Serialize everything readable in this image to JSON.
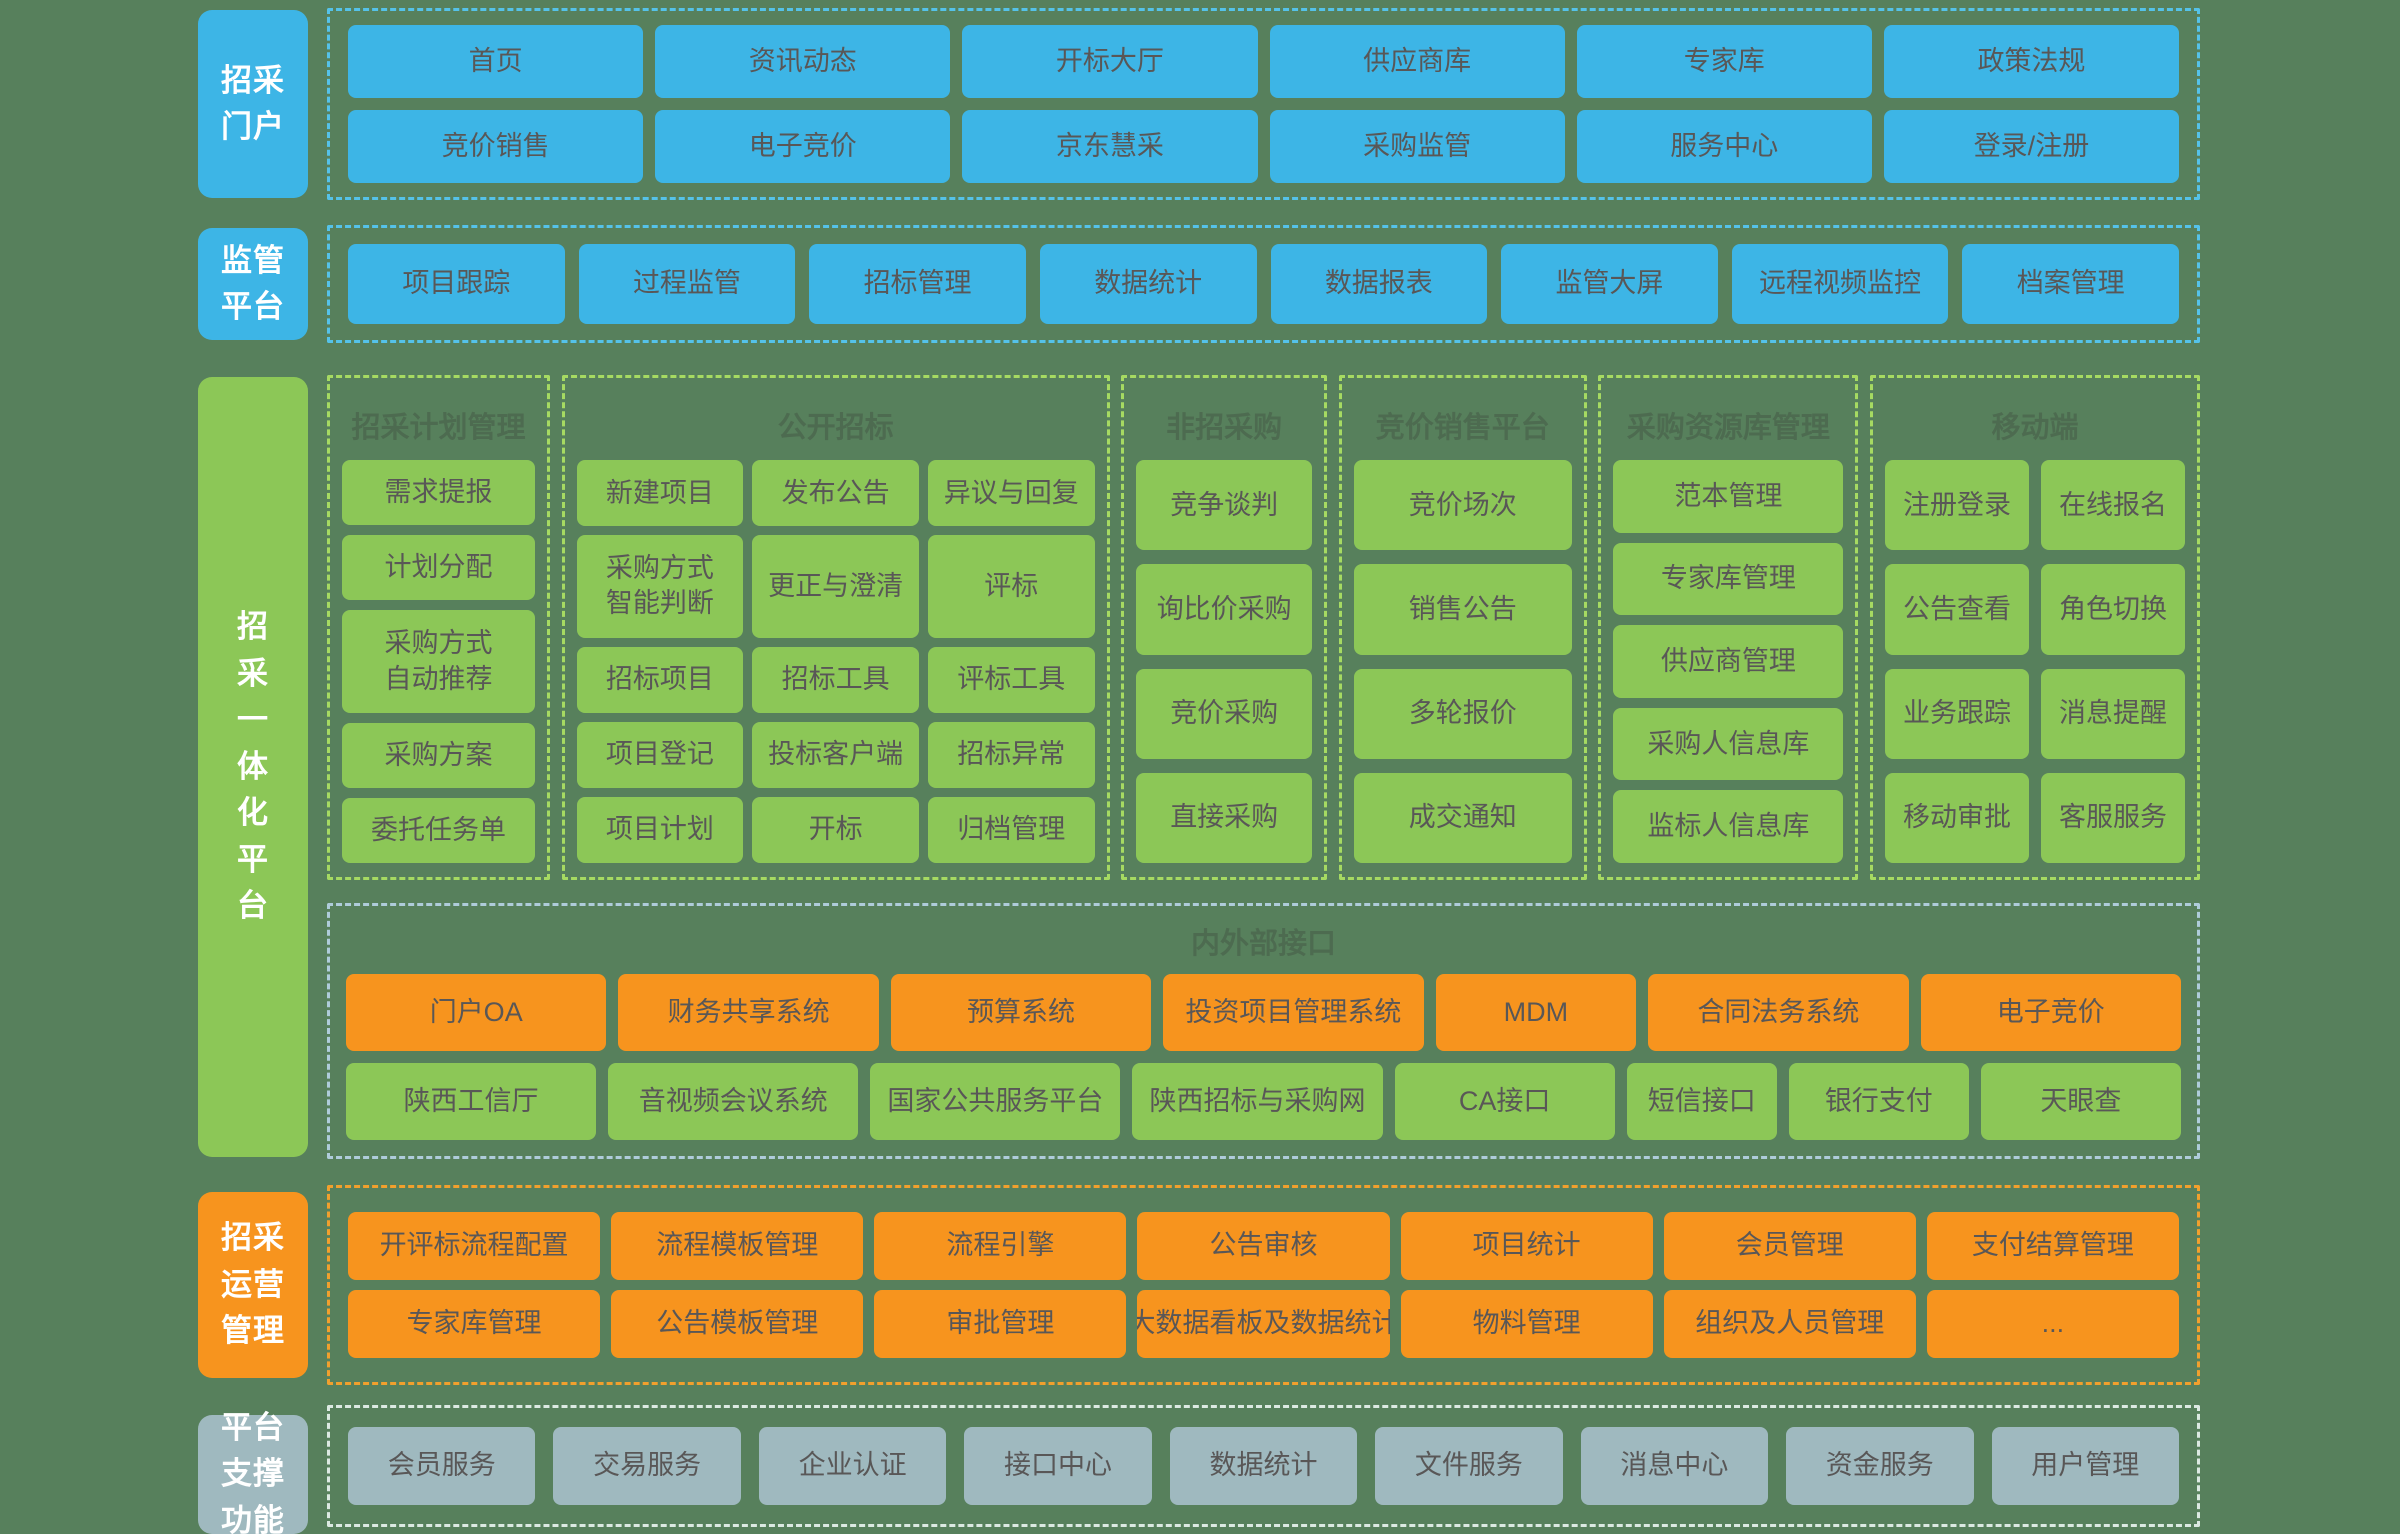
{
  "colors": {
    "background": "#57805C",
    "blue": "#3DB5E6",
    "green": "#8CC757",
    "orange": "#F7941E",
    "gray_blue": "#9FB9BF",
    "button_text": "#595757",
    "group_title_text": "#4D6B50",
    "dashed_blue": "#55C2E9",
    "dashed_green": "#A6DA62",
    "dashed_steel": "#AFCCDA",
    "dashed_orange": "#F1A02D",
    "dashed_pale": "#DCE9E2"
  },
  "portal": {
    "label": "招采\n门户",
    "row1": [
      "首页",
      "资讯动态",
      "开标大厅",
      "供应商库",
      "专家库",
      "政策法规"
    ],
    "row2": [
      "竞价销售",
      "电子竞价",
      "京东慧采",
      "采购监管",
      "服务中心",
      "登录/注册"
    ]
  },
  "supervision": {
    "label": "监管\n平台",
    "row1": [
      "项目跟踪",
      "过程监管",
      "招标管理",
      "数据统计",
      "数据报表",
      "监管大屏",
      "远程视频监控",
      "档案管理"
    ]
  },
  "integrated": {
    "label": "招\n采\n一\n体\n化\n平\n台",
    "groups": {
      "plan": {
        "title": "招采计划管理",
        "items": [
          "需求提报",
          "计划分配",
          "采购方式\n自动推荐",
          "采购方案",
          "委托任务单"
        ]
      },
      "open_bidding": {
        "title": "公开招标",
        "items": [
          "新建项目",
          "发布公告",
          "异议与回复",
          "采购方式\n智能判断",
          "更正与澄清",
          "评标",
          "招标项目",
          "招标工具",
          "评标工具",
          "项目登记",
          "投标客户端",
          "招标异常",
          "项目计划",
          "开标",
          "归档管理"
        ]
      },
      "non_bidding": {
        "title": "非招采购",
        "items": [
          "竞争谈判",
          "询比价采购",
          "竞价采购",
          "直接采购"
        ]
      },
      "auction_sale": {
        "title": "竞价销售平台",
        "items": [
          "竞价场次",
          "销售公告",
          "多轮报价",
          "成交通知"
        ]
      },
      "resource": {
        "title": "采购资源库管理",
        "items": [
          "范本管理",
          "专家库管理",
          "供应商管理",
          "采购人信息库",
          "监标人信息库"
        ]
      },
      "mobile": {
        "title": "移动端",
        "items": [
          "注册登录",
          "在线报名",
          "公告查看",
          "角色切换",
          "业务跟踪",
          "消息提醒",
          "移动审批",
          "客服服务"
        ]
      }
    },
    "interfaces": {
      "title": "内外部接口",
      "internal": [
        "门户OA",
        "财务共享系统",
        "预算系统",
        "投资项目管理系统",
        "MDM",
        "合同法务系统",
        "电子竞价"
      ],
      "external": [
        "陕西工信厅",
        "音视频会议系统",
        "国家公共服务平台",
        "陕西招标与采购网",
        "CA接口",
        "短信接口",
        "银行支付",
        "天眼查"
      ]
    }
  },
  "operation": {
    "label": "招采\n运营\n管理",
    "row1": [
      "开评标流程配置",
      "流程模板管理",
      "流程引擎",
      "公告审核",
      "项目统计",
      "会员管理",
      "支付结算管理"
    ],
    "row2": [
      "专家库管理",
      "公告模板管理",
      "审批管理",
      "大数据看板及数据统计",
      "物料管理",
      "组织及人员管理",
      "..."
    ]
  },
  "support": {
    "label": "平台\n支撑\n功能",
    "row1": [
      "会员服务",
      "交易服务",
      "企业认证",
      "接口中心",
      "数据统计",
      "文件服务",
      "消息中心",
      "资金服务",
      "用户管理"
    ]
  }
}
